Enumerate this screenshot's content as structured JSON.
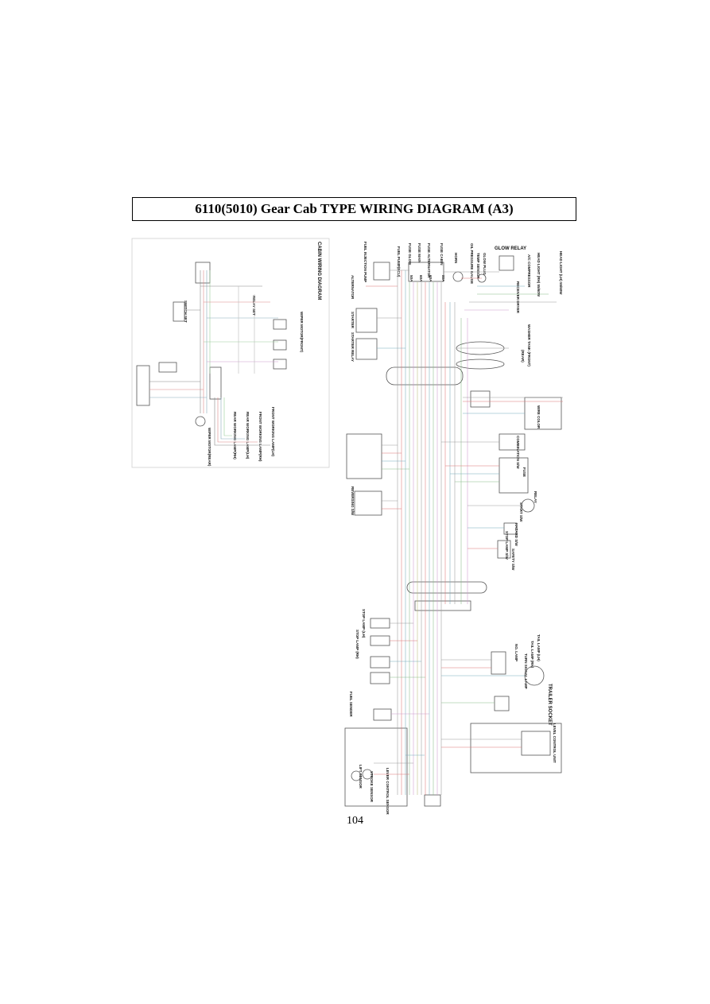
{
  "page": {
    "title": "6110(5010) Gear Cab TYPE WIRING DIAGRAM (A3)",
    "page_number": "104"
  },
  "cabin_diagram": {
    "title": "CABIN WIRING DIAGRAM",
    "labels": {
      "relay_set": "RELAY SET",
      "switch_set": "SWITCH SET",
      "wiper_motor_front": "WIPER MOTOR(FRONT)",
      "wiper_motor_rear": "WIPER MOTOR(REAR)",
      "front_working_lamp_lh": "FRONT WORKING LAMP(LH)",
      "front_working_lamp_rh": "FRONT WORKING LAMP(RH)",
      "rear_working_lamp_lh": "REAR WORKING LAMP(LH)",
      "rear_working_lamp_rh": "REAR WORKING LAMP(RH)"
    }
  },
  "main_diagram": {
    "labels": {
      "head_light_lh": "HEAD LIGHT (LH) 55/60W",
      "head_light_rh": "HEAD LIGHT (RH) 55/60W",
      "ac_compressor": "A/C COMPRESSOR",
      "receiver_dryer": "RECEIVER DRYER",
      "glow_relay": "GLOW RELAY",
      "glow_plug": "GLOW PLUG",
      "temp_sensor": "TEMP SENSOR",
      "oil_pressure_gauge": "OIL PRESSURE GAUGE",
      "horn": "HORN",
      "fuse_cabin": "FUSE CABIN",
      "fuse_alternator": "FUSE ALTERNATOR",
      "fuse_main": "FUSE MAIN",
      "fuse_glow": "FUSE GLOW",
      "fuel_pump": "FUEL PUMP(ECU)",
      "fuel_injection_pump": "FUEL INJECTION PUMP",
      "alternator": "ALTERNATOR",
      "starter": "STARTER",
      "starter_relay": "STARTER RELAY",
      "washer_tank_front": "WASHER TANK (FRONT)",
      "washer_tank_rear": "(REAR)",
      "combination_sw": "COMBINATION S/W",
      "reversing_sw": "REVERSING S/W",
      "start_sw": "START S/W",
      "hazard_sw": "HAZARD S/W",
      "stop_lamp_sw": "STOP LAMP S/W",
      "safety_sw": "SAFETY S/W",
      "trailer_socket": "TRAILER SOCKET",
      "level_control_unit": "LEVEL CONTROL UNIT",
      "lever_control_sensor": "LEVER CONTROL SENSOR",
      "stroke_sensor": "STROKE SENSOR",
      "lift_sensor": "LIFT SENSOR",
      "fuel_sender": "FUEL SENDER",
      "tail_lamp_lh": "TAIL LAMP (LH)",
      "tail_lamp_rh": "TAIL LAMP (RH)",
      "stop_lamp_lh": "STOP LAMP (LH)",
      "stop_lamp_rh": "STOP LAMP (RH)",
      "turn_signal_lamp": "TURN SIGNAL LAMP",
      "no_lamp": "NO. LAMP",
      "fuse_box": "FUSE",
      "relay": "RELAY",
      "wire_color_legend": "WIRE COLOR"
    },
    "fuse_ratings": [
      "80A",
      "60A",
      "60A",
      "50A"
    ]
  }
}
